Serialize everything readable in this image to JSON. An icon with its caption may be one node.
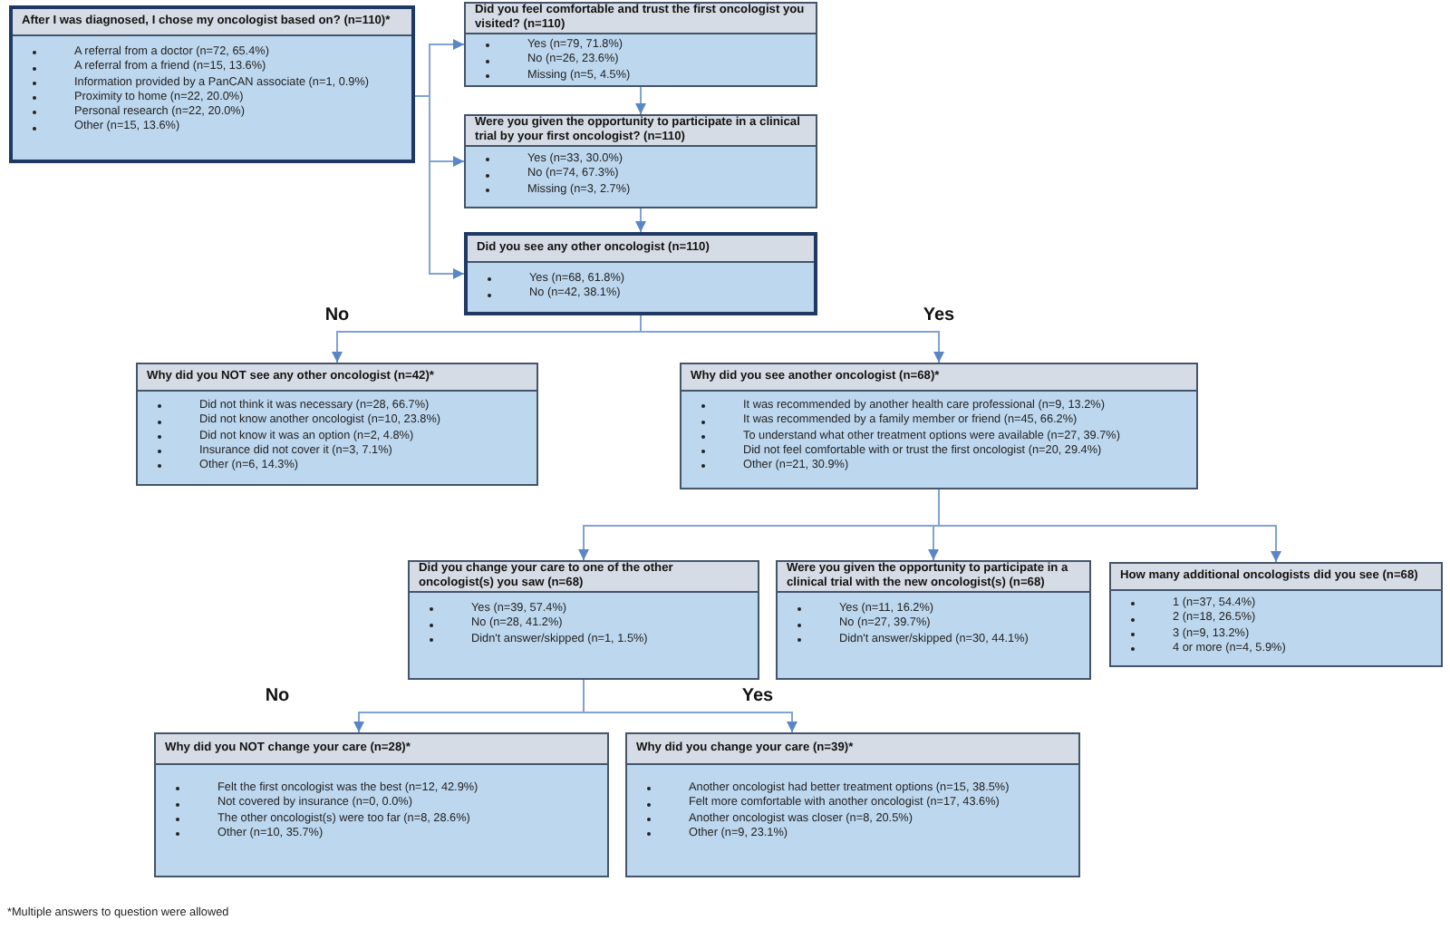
{
  "diagram": {
    "nodes": [
      {
        "text": [
          "After I was diagnosed, I chose my oncologist based on? (n=110)*",
          "A referral from a doctor (n=72, 65.4%)",
          "A referral from a friend (n=15, 13.6%)",
          "Information provided by a PanCAN associate (n=1, 0.9%)",
          "Proximity to home (n=22, 20.0%)",
          "Personal research (n=22, 20.0%)",
          "Other (n=15, 13.6%)"
        ]
      },
      {
        "text": [
          "Did you feel comfortable and trust the first oncologist you visited? (n=110)",
          "Yes (n=79, 71.8%)",
          "No (n=26, 23.6%)",
          "Missing (n=5, 4.5%)"
        ]
      },
      {
        "text": [
          "Were you given the opportunity to participate in a clinical trial by your first oncologist? (n=110)",
          "Yes (n=33, 30.0%)",
          "No (n=74, 67.3%)",
          "Missing (n=3, 2.7%)"
        ]
      },
      {
        "text": [
          "Did you see any other oncologist (n=110)",
          "Yes (n=68, 61.8%)",
          "No (n=42, 38.1%)"
        ]
      },
      {
        "text": [
          "Why did you NOT see any other oncologist (n=42)*",
          "Did not think it was necessary (n=28, 66.7%)",
          "Did not know another oncologist (n=10, 23.8%)",
          "Did not know it was an option (n=2, 4.8%)",
          "Insurance did not cover it (n=3, 7.1%)",
          "Other (n=6, 14.3%)"
        ]
      },
      {
        "text": [
          "Why did you see another oncologist (n=68)*",
          "It was recommended by another health care professional (n=9, 13.2%)",
          "It was recommended by a family member or friend (n=45, 66.2%)",
          "To understand what other treatment options were available (n=27, 39.7%)",
          "Did not feel comfortable with or trust the first oncologist (n=20, 29.4%)",
          "Other (n=21, 30.9%)"
        ]
      },
      {
        "text": [
          "Did you change your care to one of the other oncologist(s) you saw (n=68)",
          "Yes (n=39, 57.4%)",
          "No (n=28, 41.2%)",
          "Didn't answer/skipped (n=1, 1.5%)"
        ]
      },
      {
        "text": [
          "Were you given the opportunity to participate in a clinical trial with the new oncologist(s) (n=68)",
          "Yes (n=11, 16.2%)",
          "No (n=27, 39.7%)",
          "Didn't answer/skipped (n=30, 44.1%)"
        ]
      },
      {
        "text": [
          "How many additional oncologists did you see (n=68)",
          "1 (n=37, 54.4%)",
          "2 (n=18, 26.5%)",
          "3 (n=9, 13.2%)",
          "4 or more (n=4, 5.9%)"
        ]
      },
      {
        "text": [
          "Why did you NOT change your care (n=28)*",
          "Felt the first oncologist was the best (n=12, 42.9%)",
          "Not covered by insurance (n=0, 0.0%)",
          "The other oncologist(s) were too far (n=8, 28.6%)",
          "Other (n=10, 35.7%)"
        ]
      },
      {
        "text": [
          "Why did you change your care (n=39)*",
          "Another oncologist had better treatment options (n=15, 38.5%)",
          "Felt more comfortable with another oncologist (n=17, 43.6%)",
          "Another oncologist was closer (n=8, 20.5%)",
          "Other (n=9, 23.1%)"
        ]
      }
    ],
    "edges": [
      {
        "from": 0,
        "to": 1,
        "arrow": "to"
      },
      {
        "from": 0,
        "to": 2,
        "arrow": "to"
      },
      {
        "from": 0,
        "to": 3,
        "arrow": "to"
      },
      {
        "from": 1,
        "to": 2,
        "arrow": "to"
      },
      {
        "from": 2,
        "to": 3,
        "arrow": "to"
      },
      {
        "from": 3,
        "to": 4,
        "arrow": "to",
        "label": "No"
      },
      {
        "from": 3,
        "to": 5,
        "arrow": "to",
        "label": "Yes"
      },
      {
        "from": 5,
        "to": 6,
        "arrow": "to"
      },
      {
        "from": 5,
        "to": 7,
        "arrow": "to"
      },
      {
        "from": 5,
        "to": 8,
        "arrow": "to"
      },
      {
        "from": 6,
        "to": 9,
        "arrow": "to",
        "label": "No"
      },
      {
        "from": 6,
        "to": 10,
        "arrow": "to",
        "label": "Yes"
      }
    ],
    "labels": [
      "*Multiple answers to question were allowed"
    ]
  }
}
